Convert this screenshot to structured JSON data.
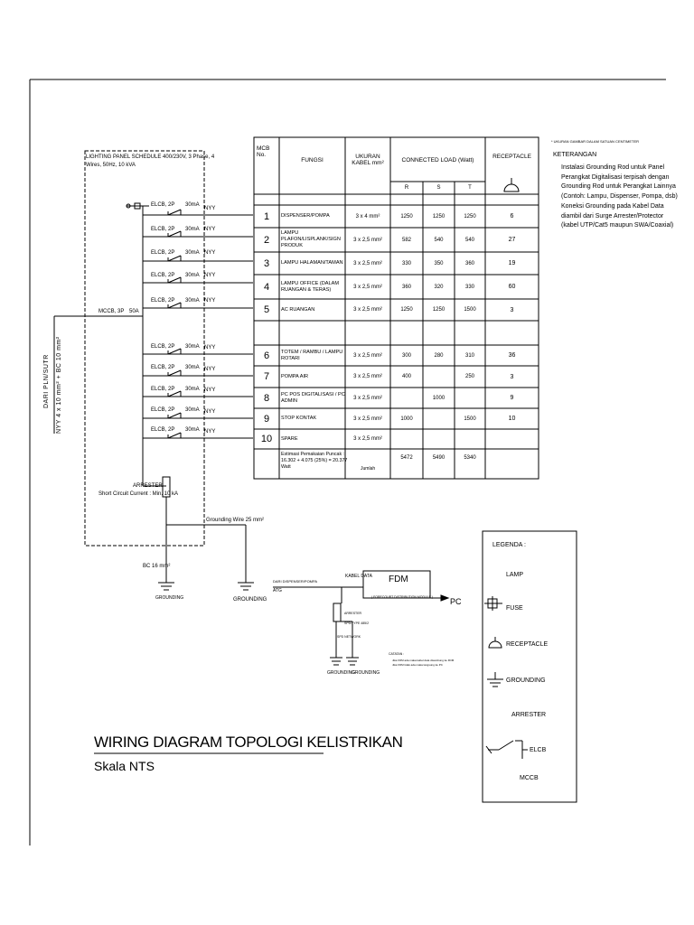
{
  "panel": {
    "title_line1": "LIGHTING PANEL SCHEDULE 400/230V, 3 Phase, 4",
    "title_line2": "Wires, 50Hz, 10 kVA",
    "mccb_label": "MCCB, 3P",
    "mccb_rating": "50A",
    "feeder_vertical": "NYY 4 x 10 mm² + BC 10 mm²",
    "feeder_source": "DARI PLN/SUTR",
    "arrester_label": "ARRESTER",
    "short_circuit": "Short Circuit Current : Min. 10 kA",
    "grounding_wire": "Grounding Wire 25 mm²",
    "bc_label": "BC 16 mm²",
    "grounding1": "GROUNDING",
    "grounding2": "GROUNDING",
    "breakers": [
      {
        "elcb": "ELCB, 2P",
        "rating": "30mA",
        "cable": "NYY"
      },
      {
        "elcb": "ELCB, 2P",
        "rating": "30mA",
        "cable": "NYY"
      },
      {
        "elcb": "ELCB, 2P",
        "rating": "30mA",
        "cable": "NYY"
      },
      {
        "elcb": "ELCB, 2P",
        "rating": "30mA",
        "cable": "NYY"
      },
      {
        "elcb": "ELCB, 2P",
        "rating": "30mA",
        "cable": "NYY"
      },
      {
        "elcb": "ELCB, 2P",
        "rating": "30mA",
        "cable": "NYY"
      },
      {
        "elcb": "ELCB, 2P",
        "rating": "30mA",
        "cable": "NYY"
      },
      {
        "elcb": "ELCB, 2P",
        "rating": "30mA",
        "cable": "NYY"
      },
      {
        "elcb": "ELCB, 2P",
        "rating": "30mA",
        "cable": "NYY"
      },
      {
        "elcb": "ELCB, 2P",
        "rating": "30mA",
        "cable": "NYY"
      }
    ]
  },
  "table": {
    "headers": {
      "mcb": "MCB No.",
      "fungsi": "FUNGSI",
      "ukuran": "UKURAN KABEL mm²",
      "load": "CONNECTED LOAD (Watt)",
      "receptacle": "RECEPTACLE",
      "r": "R",
      "s": "S",
      "t": "T"
    },
    "rows_top": [
      {
        "no": "1",
        "fungsi": "DISPENSER/POMPA",
        "ukuran": "3 x 4 mm²",
        "r": "1250",
        "s": "1250",
        "t": "1250",
        "rec": "6"
      },
      {
        "no": "2",
        "fungsi": "LAMPU PLAFON/LISPLANK/SIGN PRODUK",
        "ukuran": "3 x 2,5 mm²",
        "r": "582",
        "s": "540",
        "t": "540",
        "rec": "27"
      },
      {
        "no": "3",
        "fungsi": "LAMPU HALAMAN/TAMAN",
        "ukuran": "3 x 2,5 mm²",
        "r": "330",
        "s": "350",
        "t": "360",
        "rec": "19"
      },
      {
        "no": "4",
        "fungsi": "LAMPU OFFICE (DALAM RUANGAN & TERAS)",
        "ukuran": "3 x 2,5 mm²",
        "r": "360",
        "s": "320",
        "t": "330",
        "rec": "60"
      },
      {
        "no": "5",
        "fungsi": "AC RUANGAN",
        "ukuran": "3 x 2,5 mm²",
        "r": "1250",
        "s": "1250",
        "t": "1500",
        "rec": "3"
      }
    ],
    "rows_bottom": [
      {
        "no": "6",
        "fungsi": "TOTEM / RAMBU / LAMPU ROTARI",
        "ukuran": "3 x 2,5 mm²",
        "r": "300",
        "s": "280",
        "t": "310",
        "rec": "36"
      },
      {
        "no": "7",
        "fungsi": "POMPA AIR",
        "ukuran": "3 x 2,5 mm²",
        "r": "400",
        "s": "",
        "t": "250",
        "rec": "3"
      },
      {
        "no": "8",
        "fungsi": "PC POS DIGITALISASI / PC ADMIN",
        "ukuran": "3 x 2,5 mm²",
        "r": "",
        "s": "1000",
        "t": "",
        "rec": "9"
      },
      {
        "no": "9",
        "fungsi": "STOP KONTAK",
        "ukuran": "3 x 2,5 mm²",
        "r": "1000",
        "s": "",
        "t": "1500",
        "rec": "10"
      },
      {
        "no": "10",
        "fungsi": "SPARE",
        "ukuran": "3 x 2,5 mm²",
        "r": "",
        "s": "",
        "t": "",
        "rec": ""
      }
    ],
    "total": {
      "label": "Estimasi Pemakaian Puncak : 16.302 + 4.075 (25%) = 20.377 Watt",
      "jumlah": "Jumlah",
      "r": "5472",
      "s": "5490",
      "t": "5340"
    }
  },
  "notes": {
    "top_small": "* UKURAN GAMBAR DALAM SATUAN CENTIMETER",
    "keterangan": "KETERANGAN",
    "lines": [
      "Instalasi Grounding Rod untuk Panel",
      "Perangkat Digitalisasi terpisah dengan",
      "Grounding Rod untuk Perangkat Lainnya",
      "(Contoh: Lampu, Dispenser, Pompa, dsb)",
      "Koneksi Grounding pada Kabel Data",
      "diambil dari Surge Arrester/Protector",
      "(kabel UTP/Cat5 maupun SWA/Coaxial)"
    ]
  },
  "data_diagram": {
    "source": "DARI DISPENSER/POMPA",
    "atg": "ATG",
    "kabel_data": "KABEL DATA",
    "fdm": "FDM",
    "fdm_sub": "( FORECOURT DISTRIBUTION MODULE )",
    "pc": "PC",
    "arrester": "ARRESTER",
    "spd": "SPD/TYPE 485/2",
    "spd_network": "SPD NETWORK",
    "grounding1": "GROUNDING",
    "grounding2": "GROUNDING",
    "catatan": "CATATAN :",
    "note1": "Jika FDM ada maka kabel data disambung ke FDM",
    "note2": "Jika FDM tidak ada maka langsung ke PC"
  },
  "legend": {
    "title": "LEGENDA :",
    "lamp": "LAMP",
    "fuse": "FUSE",
    "receptacle": "RECEPTACLE",
    "grounding": "GROUNDING",
    "arrester": "ARRESTER",
    "elcb": "ELCB",
    "mccb": "MCCB"
  },
  "title_block": {
    "title": "WIRING DIAGRAM TOPOLOGI KELISTRIKAN",
    "scale": "Skala NTS"
  }
}
